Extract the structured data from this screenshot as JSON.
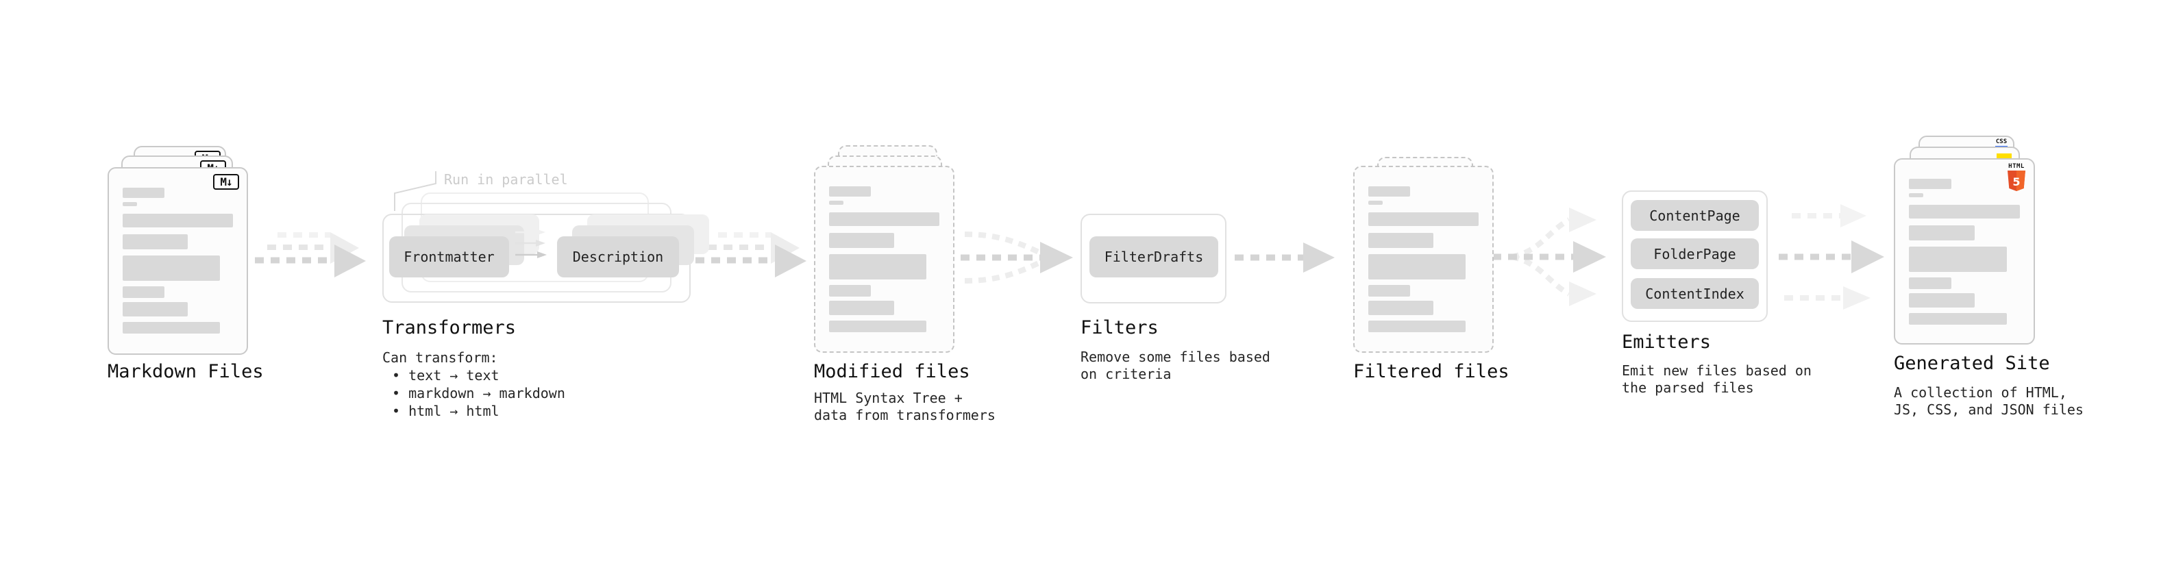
{
  "diagram": {
    "markdown": {
      "title": "Markdown Files",
      "badge": "M↓"
    },
    "transformers": {
      "title": "Transformers",
      "note": "Run in parallel",
      "node_a": "Frontmatter",
      "node_b": "Description",
      "heading": "Can transform:",
      "bullets": [
        "• text → text",
        "• markdown → markdown",
        "• html → html"
      ]
    },
    "modified": {
      "title": "Modified files",
      "lines": [
        "HTML Syntax Tree +",
        "data from transformers"
      ]
    },
    "filters": {
      "title": "Filters",
      "node": "FilterDrafts",
      "lines": [
        "Remove some files based",
        "on criteria"
      ]
    },
    "filtered": {
      "title": "Filtered files"
    },
    "emitters": {
      "title": "Emitters",
      "nodes": [
        "ContentPage",
        "FolderPage",
        "ContentIndex"
      ],
      "lines": [
        "Emit new files based on",
        "the parsed files"
      ]
    },
    "generated": {
      "title": "Generated Site",
      "lines": [
        "A collection of HTML,",
        "JS, CSS, and JSON files"
      ],
      "badges": {
        "css": "CSS",
        "html": "HTML",
        "html_number": "5"
      }
    }
  },
  "colors": {
    "css_blue": "#2965f1",
    "js_yellow": "#ffde00",
    "html_orange": "#e44d26",
    "html_orange_light": "#f16529",
    "node_fill": "#d9d9d9",
    "flow_gray": "#d4d4d4"
  }
}
